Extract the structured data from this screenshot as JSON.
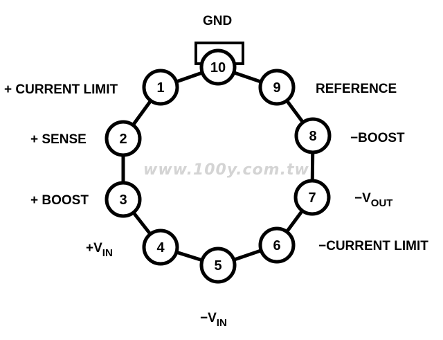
{
  "watermark": "www.100y.com.tw",
  "pins": [
    {
      "number": "1",
      "label": "+ CURRENT LIMIT",
      "sub": ""
    },
    {
      "number": "2",
      "label": "+ SENSE",
      "sub": ""
    },
    {
      "number": "3",
      "label": "+ BOOST",
      "sub": ""
    },
    {
      "number": "4",
      "label": "+V",
      "sub": "IN"
    },
    {
      "number": "5",
      "label": "−V",
      "sub": "IN"
    },
    {
      "number": "6",
      "label": "−CURRENT LIMIT",
      "sub": ""
    },
    {
      "number": "7",
      "label": "−V",
      "sub": "OUT"
    },
    {
      "number": "8",
      "label": "−BOOST",
      "sub": ""
    },
    {
      "number": "9",
      "label": "REFERENCE",
      "sub": ""
    },
    {
      "number": "10",
      "label": "GND",
      "sub": ""
    }
  ]
}
